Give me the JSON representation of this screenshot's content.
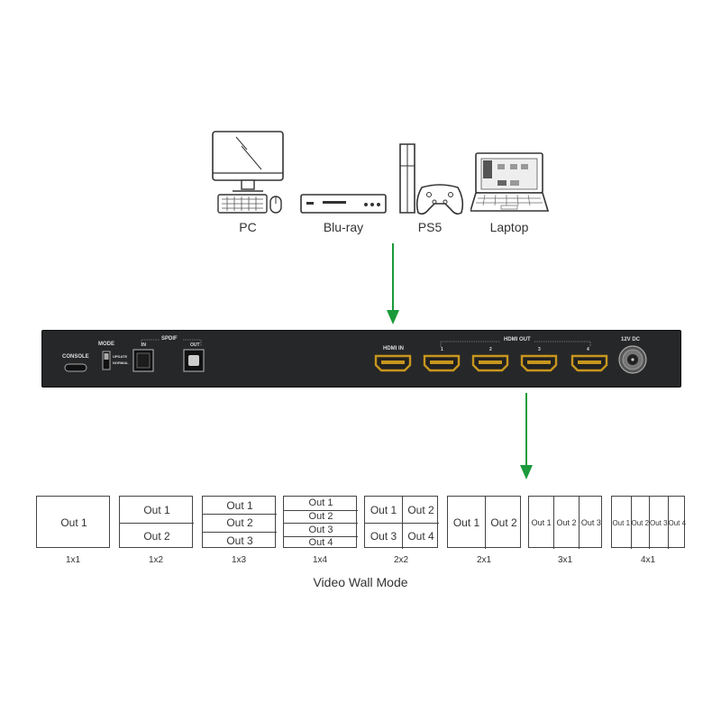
{
  "sources": [
    {
      "label": "PC",
      "icon": "pc-icon"
    },
    {
      "label": "Blu-ray",
      "icon": "bluray-player-icon"
    },
    {
      "label": "PS5",
      "icon": "ps5-icon"
    },
    {
      "label": "Laptop",
      "icon": "laptop-icon"
    }
  ],
  "device": {
    "console_label": "CONSOLE",
    "mode_label": "MODE",
    "mode_update": "UPDATE",
    "mode_normal": "NORMAL",
    "spdif_label": "SPDIF",
    "spdif_in": "IN",
    "spdif_out": "OUT",
    "hdmi_in_label": "HDMI IN",
    "hdmi_out_label": "HDMI OUT",
    "hdmi_out_ports": [
      "1",
      "2",
      "3",
      "4"
    ],
    "power_label": "12V DC"
  },
  "arrow_color": "#1a9a3a",
  "modes": [
    {
      "label": "1x1",
      "cells": [
        "Out 1"
      ]
    },
    {
      "label": "1x2",
      "cells": [
        "Out 1",
        "Out 2"
      ]
    },
    {
      "label": "1x3",
      "cells": [
        "Out 1",
        "Out 2",
        "Out 3"
      ]
    },
    {
      "label": "1x4",
      "cells": [
        "Out 1",
        "Out 2",
        "Out 3",
        "Out 4"
      ]
    },
    {
      "label": "2x2",
      "cells": [
        "Out 1",
        "Out 3",
        "Out 2",
        "Out 4"
      ]
    },
    {
      "label": "2x1",
      "cells": [
        "Out 1",
        "Out 2"
      ]
    },
    {
      "label": "3x1",
      "cells": [
        "Out 1",
        "Out 2",
        "Out 3"
      ]
    },
    {
      "label": "4x1",
      "cells": [
        "Out 1",
        "Out 2",
        "Out 3",
        "Out 4"
      ]
    }
  ],
  "wall_title": "Video Wall Mode"
}
